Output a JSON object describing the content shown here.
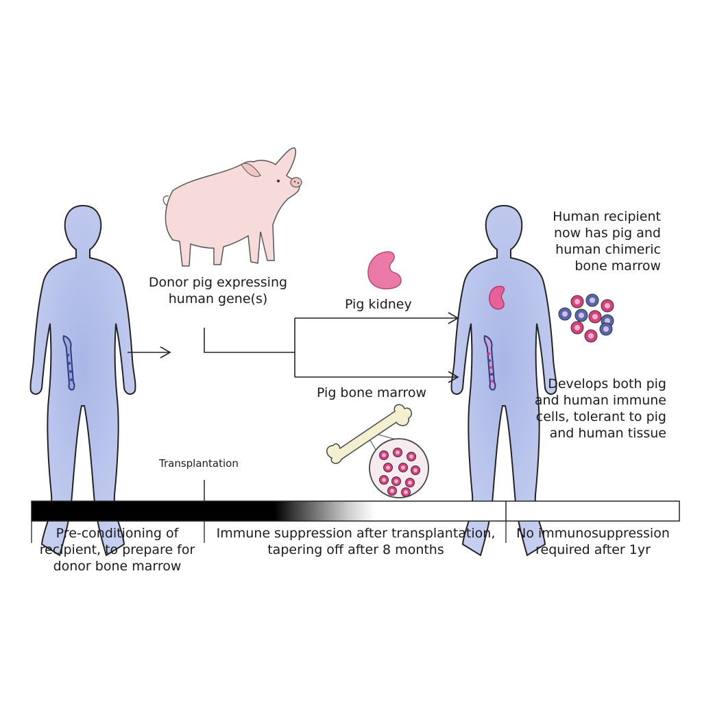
{
  "labels": {
    "donor_pig": "Donor pig expressing\nhuman gene(s)",
    "pig_kidney": "Pig kidney",
    "pig_bone_marrow": "Pig bone marrow",
    "recipient_now": "Human recipient\nnow has pig and\nhuman chimeric\nbone marrow",
    "develops": "Develops both pig\nand human immune\ncells, tolerant to pig\nand human tissue",
    "transplantation": "Transplantation"
  },
  "timeline": {
    "phase1": "Pre-conditioning of\nrecipient, to prepare for\ndonor bone marrow",
    "phase2": "Immune suppression after transplantation,\ntapering off after 8 months",
    "phase3": "No immunosuppression\nrequired after 1yr"
  },
  "colors": {
    "body_fill": "#b8c4ea",
    "pig_fill": "#f7dada",
    "kidney": "#e8609a",
    "pig_cell": "#d93f7e",
    "human_cell": "#5566b0",
    "bone_fill": "#f3efcf"
  }
}
